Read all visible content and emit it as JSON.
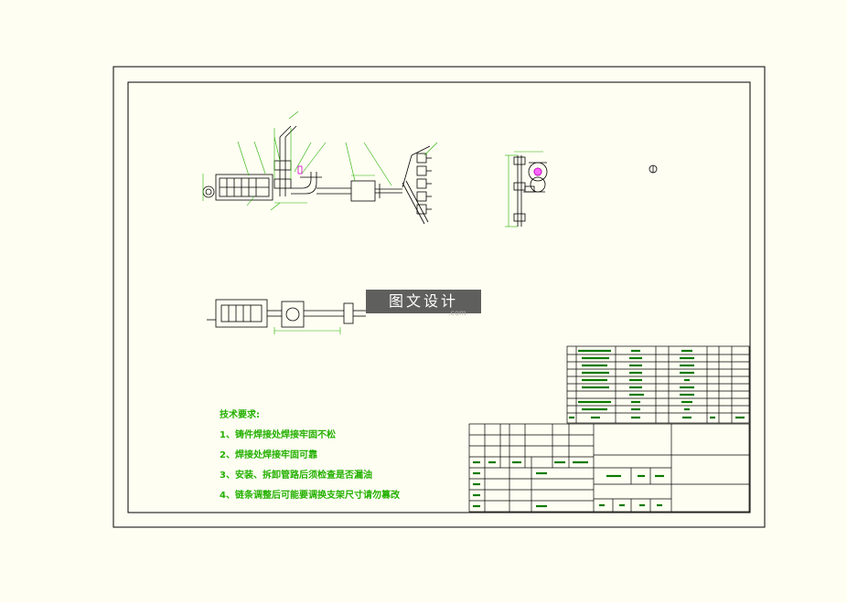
{
  "drawing": {
    "technical_requirements": {
      "heading": "技术要求:",
      "items": [
        "1、铸件焊接处焊接牢固不松",
        "2、焊接处焊接牢固可靠",
        "3、安装、拆卸管路后须检查是否漏油",
        "4、链条调整后可能要调换支架尺寸请勿篡改"
      ]
    },
    "watermark": {
      "text": "图文设计",
      "url": ".com"
    }
  },
  "colors": {
    "background": "#fffef2",
    "border": "#000000",
    "annotation_green": "#23b000",
    "part_magenta": "#d000d0",
    "watermark_bg": "#3c3c3c"
  }
}
